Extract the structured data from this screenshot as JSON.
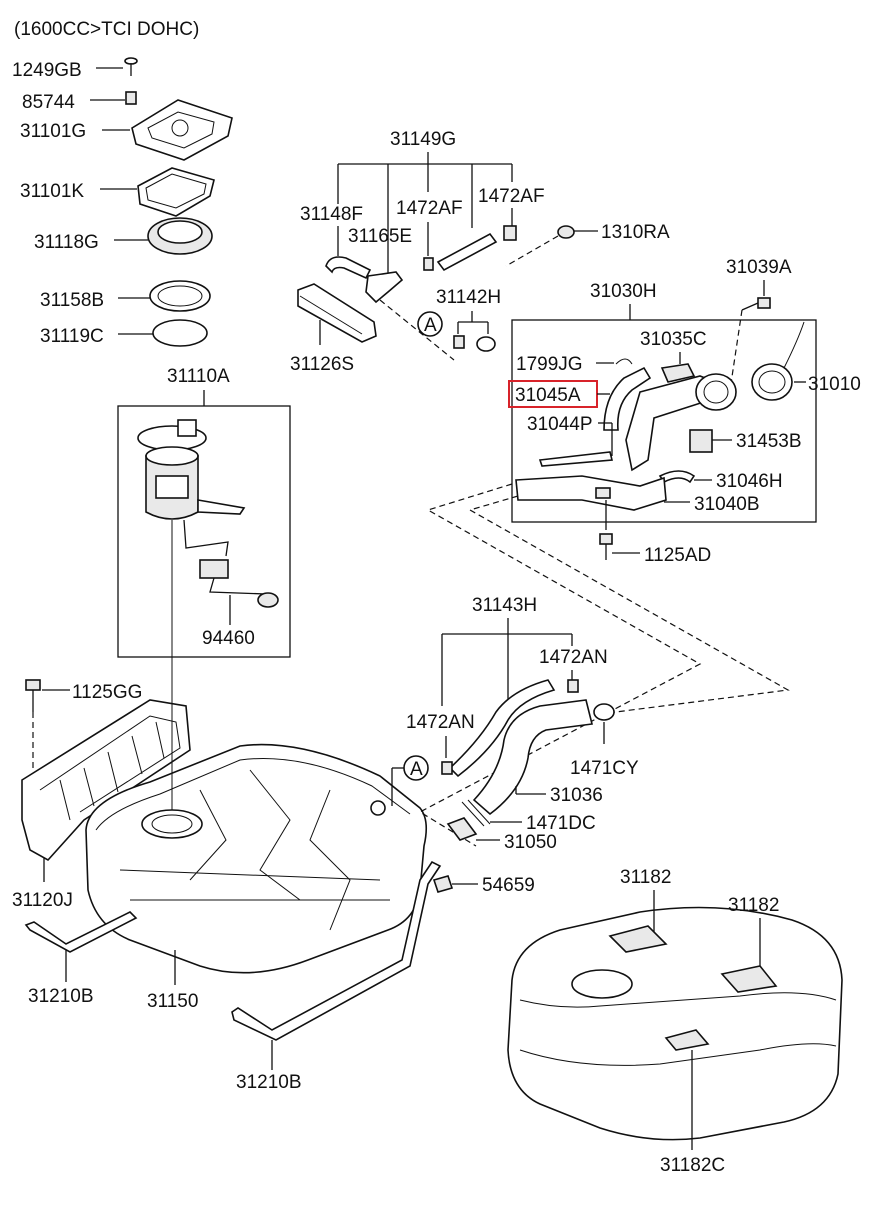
{
  "title": "(1600CC>TCI DOHC)",
  "highlight_color": "#d8232a",
  "labels": {
    "l1249GB": "1249GB",
    "l85744": "85744",
    "l31101G": "31101G",
    "l31101K": "31101K",
    "l31118G": "31118G",
    "l31158B": "31158B",
    "l31119C": "31119C",
    "l31110A": "31110A",
    "l94460": "94460",
    "l1125GG": "1125GG",
    "l31120J": "31120J",
    "l31210B_1": "31210B",
    "l31150": "31150",
    "l31210B_2": "31210B",
    "l31149G": "31149G",
    "l31148F": "31148F",
    "l1472AF_1": "1472AF",
    "l1472AF_2": "1472AF",
    "l31165E": "31165E",
    "l1310RA": "1310RA",
    "l31142H": "31142H",
    "l31126S": "31126S",
    "calloutA_1": "A",
    "calloutA_2": "A",
    "l31030H": "31030H",
    "l31039A": "31039A",
    "l31035C": "31035C",
    "l1799JG": "1799JG",
    "l31045A": "31045A",
    "l31010": "31010",
    "l31044P": "31044P",
    "l31453B": "31453B",
    "l31046H": "31046H",
    "l31040B": "31040B",
    "l1125AD": "1125AD",
    "l31143H": "31143H",
    "l1472AN_1": "1472AN",
    "l1472AN_2": "1472AN",
    "l1471CY": "1471CY",
    "l31036": "31036",
    "l1471DC": "1471DC",
    "l31050": "31050",
    "l54659": "54659",
    "l31182_1": "31182",
    "l31182_2": "31182",
    "l31182C": "31182C"
  }
}
